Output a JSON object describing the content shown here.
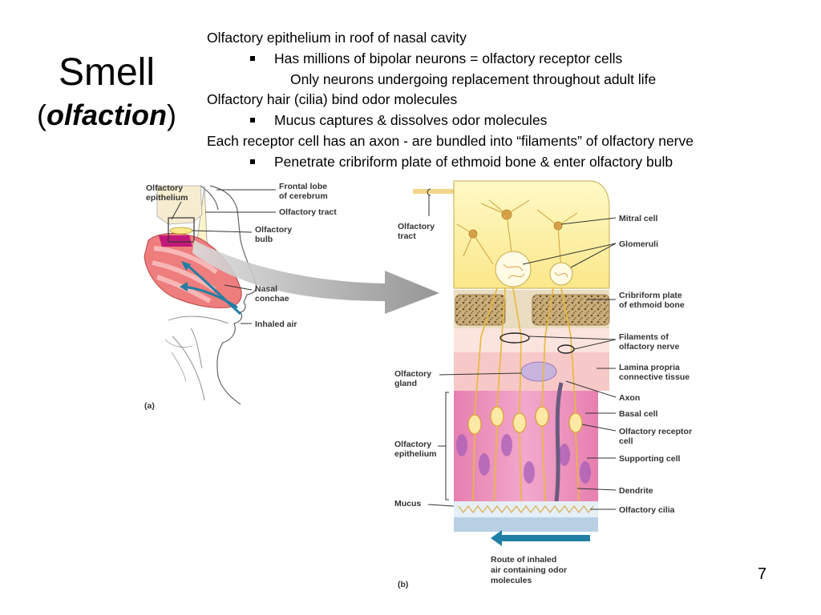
{
  "slide": {
    "title": "Smell",
    "subtitle_open": "(",
    "subtitle_italic": "olfaction",
    "subtitle_close": ")",
    "page_number": "7"
  },
  "bullets": [
    {
      "level": 0,
      "text": "Olfactory epithelium in roof of nasal cavity"
    },
    {
      "level": 1,
      "text": "Has millions of bipolar neurons = olfactory receptor cells"
    },
    {
      "level": 2,
      "text": "Only neurons undergoing replacement throughout adult life"
    },
    {
      "level": 0,
      "text": "Olfactory hair (cilia) bind odor molecules"
    },
    {
      "level": 1,
      "text": "Mucus captures & dissolves odor molecules"
    },
    {
      "level": 0,
      "text": "Each receptor cell has an axon - are bundled into “filaments” of olfactory nerve"
    },
    {
      "level": 1,
      "text": "Penetrate cribriform plate of ethmoid bone & enter olfactory bulb"
    }
  ],
  "figure_a": {
    "panel_label": "(a)",
    "labels": {
      "olfactory_epithelium": [
        "Olfactory",
        "epithelium"
      ],
      "frontal_lobe": [
        "Frontal lobe",
        "of cerebrum"
      ],
      "olfactory_tract": [
        "Olfactory tract"
      ],
      "olfactory_bulb": [
        "Olfactory",
        "bulb"
      ],
      "nasal_conchae": [
        "Nasal",
        "conchae"
      ],
      "inhaled_air": [
        "Inhaled air"
      ]
    }
  },
  "figure_b": {
    "panel_label": "(b)",
    "labels": {
      "olfactory_tract": [
        "Olfactory",
        "tract"
      ],
      "mitral_cell": [
        "Mitral cell"
      ],
      "glomeruli": [
        "Glomeruli"
      ],
      "cribriform_plate": [
        "Cribriform plate",
        "of ethmoid bone"
      ],
      "filaments": [
        "Filaments of",
        "olfactory nerve"
      ],
      "lamina_propria": [
        "Lamina propria",
        "connective tissue"
      ],
      "olfactory_gland": [
        "Olfactory",
        "gland"
      ],
      "axon": [
        "Axon"
      ],
      "basal_cell": [
        "Basal cell"
      ],
      "receptor_cell": [
        "Olfactory receptor",
        "cell"
      ],
      "olfactory_epithelium": [
        "Olfactory",
        "epithelium"
      ],
      "supporting_cell": [
        "Supporting cell"
      ],
      "dendrite": [
        "Dendrite"
      ],
      "mucus": [
        "Mucus"
      ],
      "olfactory_cilia": [
        "Olfactory cilia"
      ],
      "route": [
        "Route of inhaled",
        "air containing odor",
        "molecules"
      ]
    }
  },
  "colors": {
    "bulb_yellow": "#fbef9a",
    "bone_tan": "#b89a6a",
    "epithelium_pink": "#ea88b6",
    "lamina_pink": "#f7c8c8",
    "nerve_gold": "#e8b93a",
    "nasal_red": "#ee7d7d",
    "air_blue": "#1f7fa4",
    "arrow_gray": "#8c8c8c"
  }
}
